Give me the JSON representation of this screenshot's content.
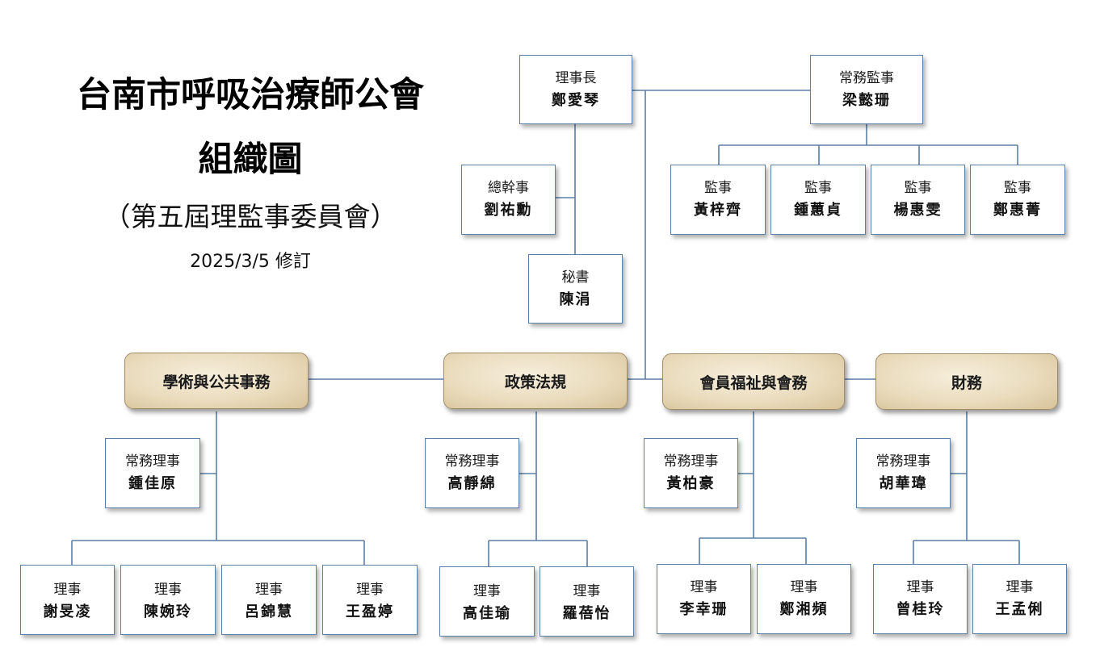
{
  "header": {
    "title": "台南市呼吸治療師公會",
    "subtitle": "組織圖",
    "committee": "（第五屆理監事委員會）",
    "revision": "2025/3/5 修訂"
  },
  "chair": {
    "role": "理事長",
    "name": "鄭愛琴"
  },
  "standing_supervisor": {
    "role": "常務監事",
    "name": "梁懿珊"
  },
  "supervisors": [
    {
      "role": "監事",
      "name": "黃梓齊"
    },
    {
      "role": "監事",
      "name": "鍾蕙貞"
    },
    {
      "role": "監事",
      "name": "楊惠雯"
    },
    {
      "role": "監事",
      "name": "鄭惠菁"
    }
  ],
  "secretary_general": {
    "role": "總幹事",
    "name": "劉祐勳"
  },
  "secretary": {
    "role": "秘書",
    "name": "陳涓"
  },
  "departments": [
    {
      "name": "學術與公共事務",
      "standing": {
        "role": "常務理事",
        "name": "鍾佳原"
      },
      "members": [
        {
          "role": "理事",
          "name": "謝旻凌"
        },
        {
          "role": "理事",
          "name": "陳婉玲"
        },
        {
          "role": "理事",
          "name": "呂錦慧"
        },
        {
          "role": "理事",
          "name": "王盈婷"
        }
      ]
    },
    {
      "name": "政策法規",
      "standing": {
        "role": "常務理事",
        "name": "高靜綿"
      },
      "members": [
        {
          "role": "理事",
          "name": "高佳瑜"
        },
        {
          "role": "理事",
          "name": "羅蓓怡"
        }
      ]
    },
    {
      "name": "會員福祉與會務",
      "standing": {
        "role": "常務理事",
        "name": "黃柏豪"
      },
      "members": [
        {
          "role": "理事",
          "name": "李幸珊"
        },
        {
          "role": "理事",
          "name": "鄭湘頻"
        }
      ]
    },
    {
      "name": "財務",
      "standing": {
        "role": "常務理事",
        "name": "胡華瑋"
      },
      "members": [
        {
          "role": "理事",
          "name": "曾桂玲"
        },
        {
          "role": "理事",
          "name": "王孟俐"
        }
      ]
    }
  ]
}
